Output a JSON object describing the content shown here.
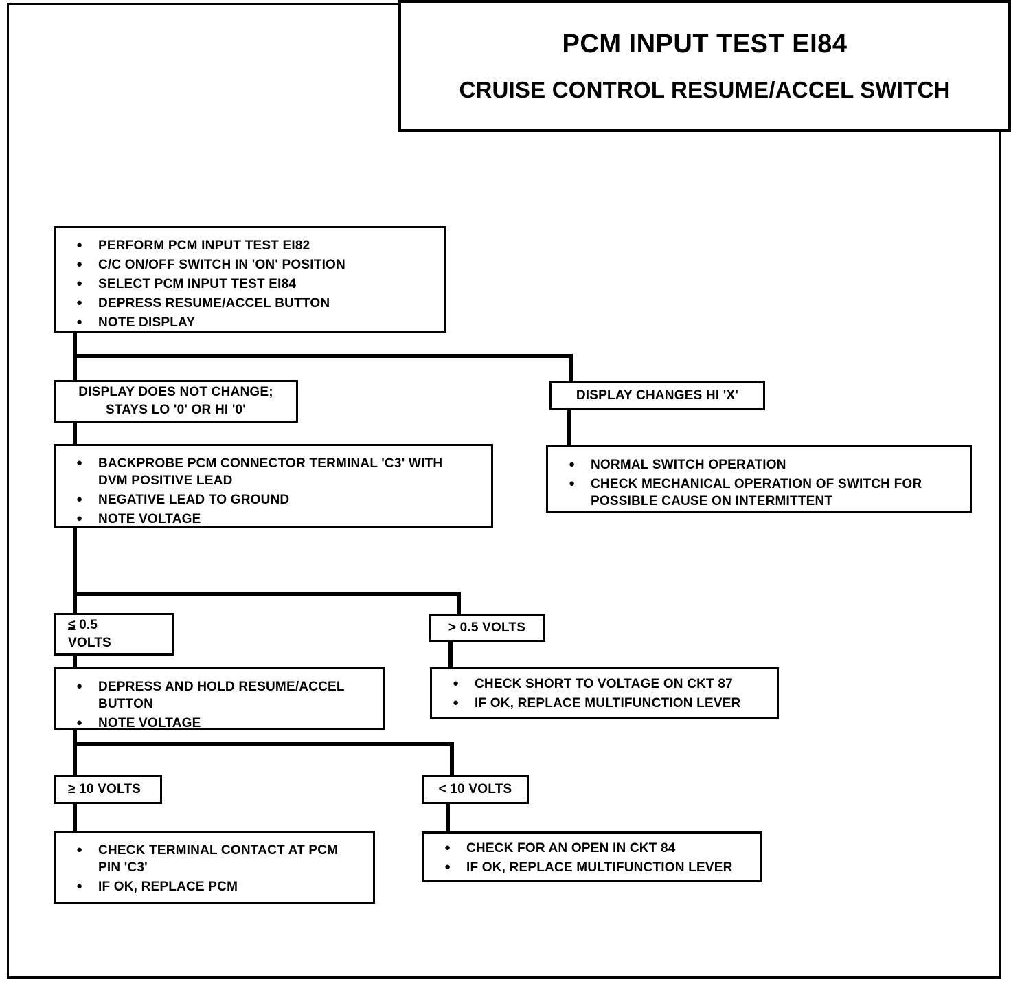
{
  "document": {
    "title_main": "PCM INPUT TEST EI84",
    "title_sub": "CRUISE CONTROL RESUME/ACCEL SWITCH"
  },
  "flow": {
    "start_box": {
      "bullets": [
        "PERFORM PCM INPUT TEST EI82",
        "C/C ON/OFF SWITCH IN 'ON' POSITION",
        "SELECT PCM INPUT TEST EI84",
        "DEPRESS RESUME/ACCEL BUTTON",
        "NOTE DISPLAY"
      ]
    },
    "branch_no_change": {
      "label": "DISPLAY DOES NOT CHANGE;\nSTAYS LO '0' OR HI '0'"
    },
    "branch_changes": {
      "label": "DISPLAY CHANGES HI 'X'"
    },
    "backprobe_box": {
      "bullets": [
        "BACKPROBE PCM CONNECTOR TERMINAL 'C3' WITH\nDVM POSITIVE LEAD",
        "NEGATIVE LEAD TO GROUND",
        "NOTE  VOLTAGE"
      ]
    },
    "normal_operation_box": {
      "bullets": [
        "NORMAL SWITCH OPERATION",
        "CHECK MECHANICAL OPERATION OF SWITCH FOR\nPOSSIBLE CAUSE ON INTERMITTENT"
      ]
    },
    "branch_le_half_volt": {
      "symbol": "≤",
      "label": " 0.5\nVOLTS"
    },
    "branch_gt_half_volt": {
      "label": "> 0.5 VOLTS"
    },
    "depress_hold_box": {
      "bullets": [
        "DEPRESS AND HOLD RESUME/ACCEL\nBUTTON",
        "NOTE VOLTAGE"
      ]
    },
    "short_to_voltage_box": {
      "bullets": [
        "CHECK SHORT TO VOLTAGE ON CKT 87",
        "IF OK, REPLACE MULTIFUNCTION LEVER"
      ]
    },
    "branch_ge_ten_volts": {
      "symbol": "≥",
      "label": " 10 VOLTS"
    },
    "branch_lt_ten_volts": {
      "label": "< 10 VOLTS"
    },
    "terminal_contact_box": {
      "bullets": [
        "CHECK TERMINAL CONTACT AT PCM\nPIN 'C3'",
        "IF OK, REPLACE PCM"
      ]
    },
    "open_ckt_box": {
      "bullets": [
        "CHECK FOR AN OPEN IN CKT 84",
        "IF OK, REPLACE MULTIFUNCTION LEVER"
      ]
    }
  },
  "colors": {
    "ink": "#000000",
    "paper": "#ffffff"
  }
}
